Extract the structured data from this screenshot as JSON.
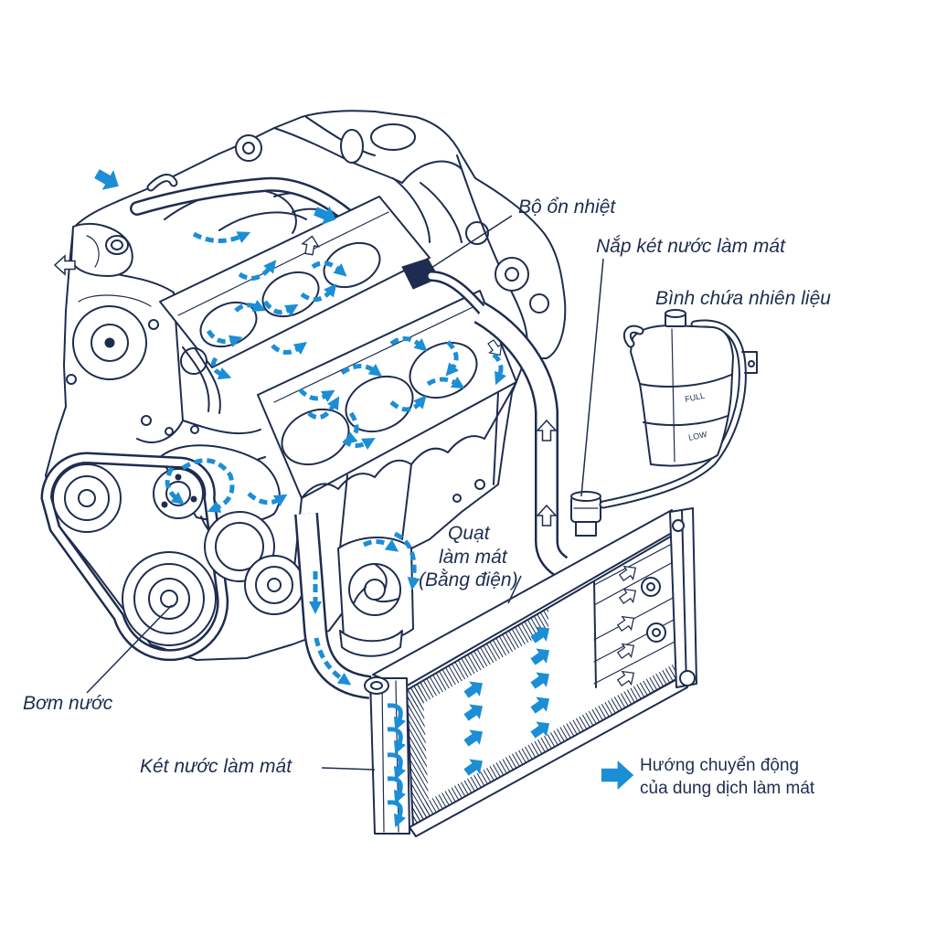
{
  "labels": {
    "thermostat": "Bộ ổn nhiệt",
    "radiator_cap": "Nắp két nước làm mát",
    "reservoir": "Bình chứa nhiên liệu",
    "fan": [
      "Quạt",
      "làm mát",
      "(Bằng điện)"
    ],
    "water_pump": "Bơm nước",
    "radiator": "Két nước làm mát"
  },
  "legend": {
    "lines": [
      "Hướng chuyển động",
      "của dung dịch làm mát"
    ]
  },
  "tank_markings": {
    "full": "FULL",
    "low": "LOW"
  },
  "colors": {
    "line": "#1e2d4f",
    "flow": "#1b8ed6",
    "background": "#ffffff"
  }
}
